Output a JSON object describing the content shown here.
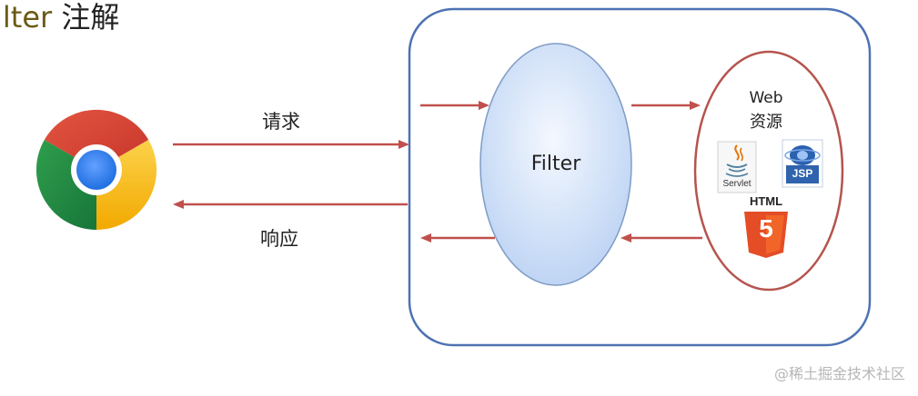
{
  "title": {
    "en": "ilter",
    "zh": "注解"
  },
  "flow": {
    "request_label": "请求",
    "response_label": "响应"
  },
  "filter": {
    "label": "Filter"
  },
  "web_resources": {
    "label_line1": "Web",
    "label_line2": "资源",
    "servlet_label": "Servlet",
    "jsp_label": "JSP",
    "html_label": "HTML",
    "html5_number": "5"
  },
  "watermark": "@稀土掘金技术社区",
  "colors": {
    "container_border": "#4d72b3",
    "arrow": "#c0504d",
    "web_ellipse": "#b5544e",
    "filter_fill_top": "#f4f8ff",
    "filter_fill_bottom": "#b6cff2",
    "filter_border": "#7f9cc6",
    "html5_orange": "#e44d26",
    "chrome_red": "#db4437",
    "chrome_yellow": "#f4b400",
    "chrome_green": "#0f9d58",
    "chrome_blue": "#4285f4"
  },
  "icons": [
    "chrome-icon",
    "java-servlet-icon",
    "jsp-icon",
    "html5-icon"
  ]
}
